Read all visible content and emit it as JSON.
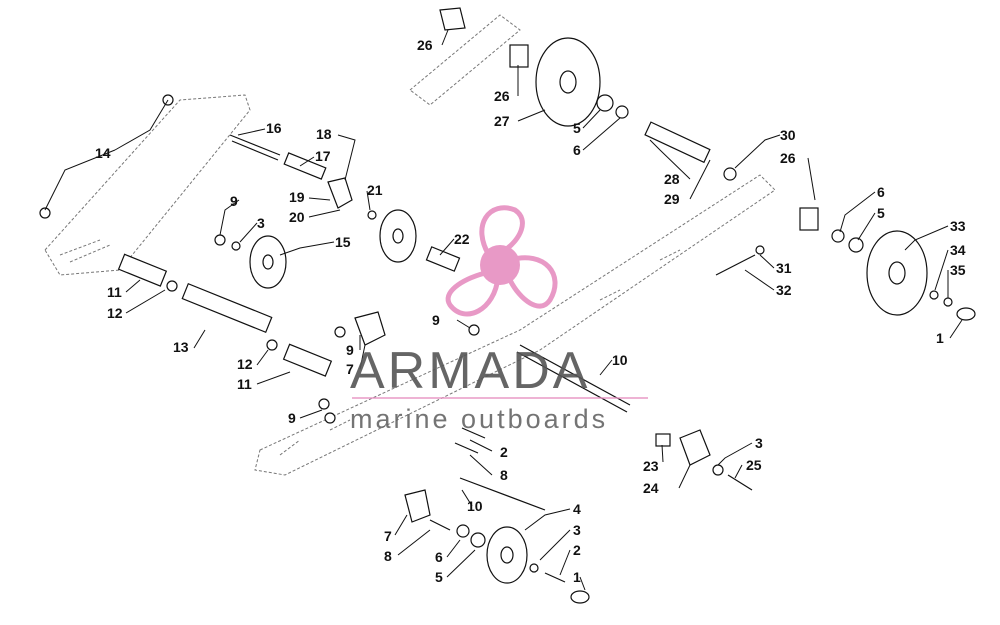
{
  "watermark": {
    "title": "ARMADA",
    "subtitle": "marine outboards",
    "logo_color": "#e68fc0",
    "title_color": "#555555"
  },
  "callouts": [
    {
      "id": "c14",
      "label": "14"
    },
    {
      "id": "c16",
      "label": "16"
    },
    {
      "id": "c17",
      "label": "17"
    },
    {
      "id": "c18",
      "label": "18"
    },
    {
      "id": "c19",
      "label": "19"
    },
    {
      "id": "c20",
      "label": "20"
    },
    {
      "id": "c21",
      "label": "21"
    },
    {
      "id": "c9a",
      "label": "9"
    },
    {
      "id": "c3a",
      "label": "3"
    },
    {
      "id": "c15",
      "label": "15"
    },
    {
      "id": "c22",
      "label": "22"
    },
    {
      "id": "c11a",
      "label": "11"
    },
    {
      "id": "c12a",
      "label": "12"
    },
    {
      "id": "c13",
      "label": "13"
    },
    {
      "id": "c12b",
      "label": "12"
    },
    {
      "id": "c11b",
      "label": "11"
    },
    {
      "id": "c9b",
      "label": "9"
    },
    {
      "id": "c7a",
      "label": "7"
    },
    {
      "id": "c9c",
      "label": "9"
    },
    {
      "id": "c10a",
      "label": "10"
    },
    {
      "id": "c9d",
      "label": "9"
    },
    {
      "id": "c2a",
      "label": "2"
    },
    {
      "id": "c8a",
      "label": "8"
    },
    {
      "id": "c10b",
      "label": "10"
    },
    {
      "id": "c7b",
      "label": "7"
    },
    {
      "id": "c8b",
      "label": "8"
    },
    {
      "id": "c6a",
      "label": "6"
    },
    {
      "id": "c5a",
      "label": "5"
    },
    {
      "id": "c4",
      "label": "4"
    },
    {
      "id": "c3b",
      "label": "3"
    },
    {
      "id": "c2b",
      "label": "2"
    },
    {
      "id": "c1a",
      "label": "1"
    },
    {
      "id": "c23",
      "label": "23"
    },
    {
      "id": "c24",
      "label": "24"
    },
    {
      "id": "c3c",
      "label": "3"
    },
    {
      "id": "c25",
      "label": "25"
    },
    {
      "id": "c26a",
      "label": "26"
    },
    {
      "id": "c26b",
      "label": "26"
    },
    {
      "id": "c27",
      "label": "27"
    },
    {
      "id": "c5b",
      "label": "5"
    },
    {
      "id": "c6b",
      "label": "6"
    },
    {
      "id": "c28",
      "label": "28"
    },
    {
      "id": "c29",
      "label": "29"
    },
    {
      "id": "c30",
      "label": "30"
    },
    {
      "id": "c26c",
      "label": "26"
    },
    {
      "id": "c6c",
      "label": "6"
    },
    {
      "id": "c5c",
      "label": "5"
    },
    {
      "id": "c33",
      "label": "33"
    },
    {
      "id": "c34",
      "label": "34"
    },
    {
      "id": "c35",
      "label": "35"
    },
    {
      "id": "c31",
      "label": "31"
    },
    {
      "id": "c32",
      "label": "32"
    },
    {
      "id": "c1b",
      "label": "1"
    }
  ]
}
